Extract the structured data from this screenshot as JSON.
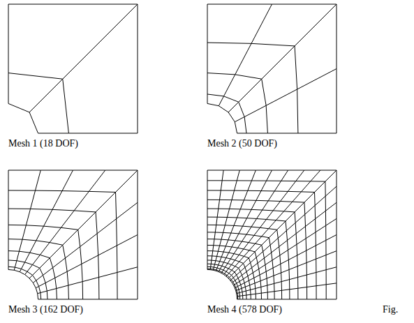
{
  "diagram": {
    "labels": [
      "Mesh 1 (18 DOF)",
      "Mesh 2 (50 DOF)",
      "Mesh 3 (162 DOF)",
      "Mesh 4 (578 DOF)",
      "Fig."
    ]
  }
}
